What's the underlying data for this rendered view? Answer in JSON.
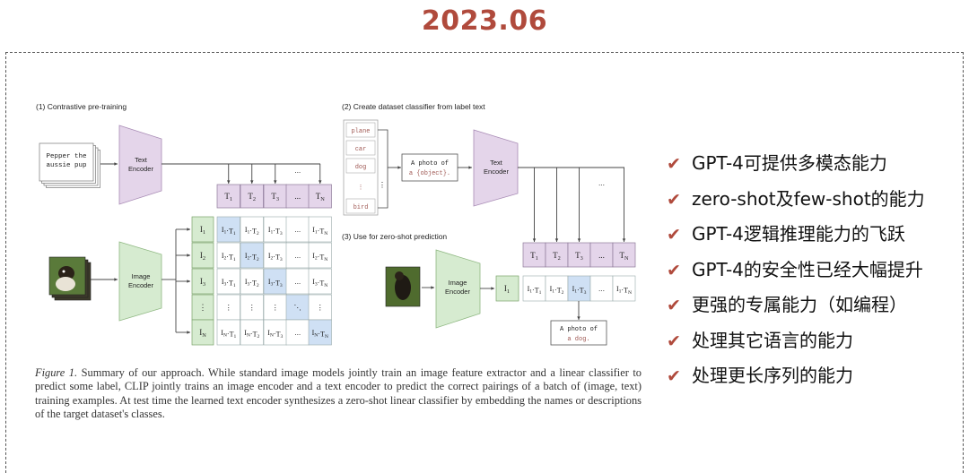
{
  "header": {
    "title": "2023.06"
  },
  "diagram": {
    "section1_title": "(1) Contrastive pre-training",
    "section2_title": "(2) Create dataset classifier from label text",
    "section3_title": "(3) Use for zero-shot prediction",
    "text_input": [
      "Pepper the",
      "aussie pup"
    ],
    "text_encoder": [
      "Text",
      "Encoder"
    ],
    "image_encoder": [
      "Image",
      "Encoder"
    ],
    "text_tokens": [
      "T1",
      "T2",
      "T3",
      "...",
      "TN"
    ],
    "image_tokens": [
      "I1",
      "I2",
      "I3",
      "⋮",
      "IN"
    ],
    "labels": [
      "plane",
      "car",
      "dog",
      "⋮",
      "bird"
    ],
    "template": [
      "A photo of",
      "a {object}."
    ],
    "prediction": [
      "A photo of",
      "a dog."
    ],
    "ellipsis": "..."
  },
  "caption": {
    "figure_label": "Figure 1.",
    "text": "Summary of our approach. While standard image models jointly train an image feature extractor and a linear classifier to predict some label, CLIP jointly trains an image encoder and a text encoder to predict the correct pairings of a batch of (image, text) training examples. At test time the learned text encoder synthesizes a zero-shot linear classifier by embedding the names or descriptions of the target dataset's classes."
  },
  "bullets": [
    "GPT-4可提供多模态能力",
    "zero-shot及few-shot的能力",
    "GPT-4逻辑推理能力的飞跃",
    "GPT-4的安全性已经大幅提升",
    "更强的专属能力（如编程）",
    "处理其它语言的能力",
    "处理更长序列的能力"
  ],
  "colors": {
    "accent": "#b04a3c",
    "encoder_text": "#e4d5ea",
    "encoder_image": "#d6ebd0",
    "match": "#cfe0f4"
  }
}
